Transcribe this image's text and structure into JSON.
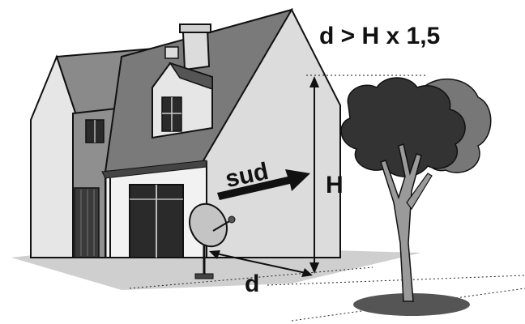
{
  "formula": "d > H x 1,5",
  "direction_label": "sud",
  "height_label": "H",
  "distance_label": "d",
  "icons": [
    "house-icon",
    "satellite-dish-icon",
    "tree-icon",
    "arrow-icon"
  ],
  "colors": {
    "ink": "#111111",
    "wall_light": "#dcdcdc",
    "wall_mid": "#bdbdbd",
    "wall_shadow": "#8f8f8f",
    "roof": "#7a7a7a",
    "roof_dark": "#555555",
    "ground": "#cfcfcf",
    "window": "#2a2a2a",
    "tree_foliage": "#333333",
    "tree_foliage_back": "#777777",
    "tree_trunk": "#9a9a9a"
  }
}
